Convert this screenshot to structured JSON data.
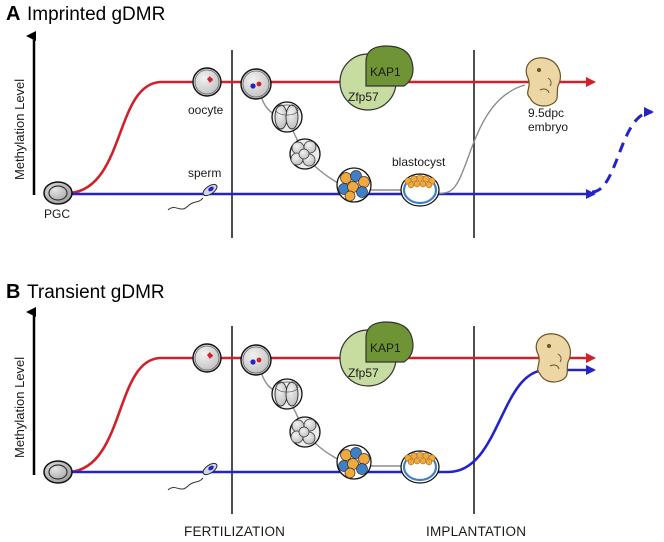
{
  "panel_a": {
    "letter": "A",
    "title": "Imprinted gDMR",
    "y_axis_label": "Methylation Level",
    "labels": {
      "pgc": "PGC",
      "oocyte": "oocyte",
      "sperm": "sperm",
      "kap1": "KAP1",
      "zfp57": "Zfp57",
      "blastocyst": "blastocyst",
      "embryo_line1": "9.5dpc",
      "embryo_line2": "embryo"
    }
  },
  "panel_b": {
    "letter": "B",
    "title": "Transient gDMR",
    "y_axis_label": "Methylation Level",
    "labels": {
      "kap1": "KAP1",
      "zfp57": "Zfp57"
    }
  },
  "bottom_labels": {
    "fertilization": "FERTILIZATION",
    "implantation": "IMPLANTATION"
  },
  "colors": {
    "maternal_line": "#d0212a",
    "paternal_line": "#2323c8",
    "kap1_fill": "#6e9435",
    "zfp57_fill": "#c7dca0",
    "embryo_fill": "#ecd6a4",
    "cell_gray": "#d9d9d9",
    "blastomere_orange": "#f2a83a",
    "blastomere_blue": "#3f7fc6"
  }
}
